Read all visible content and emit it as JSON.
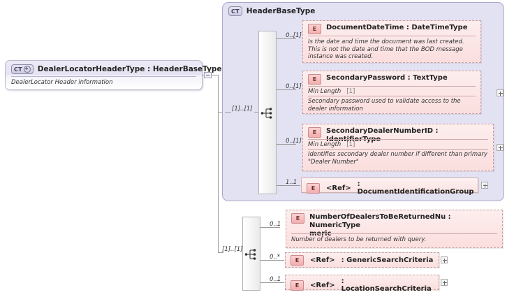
{
  "diagram": {
    "kind": "xsd-schema-diagram",
    "colors": {
      "container_bg": "#e3e2f3",
      "element_bg": "#fbdede",
      "element_border": "#c4a0a0",
      "root_border": "#b9b9cf",
      "line": "#999999"
    }
  },
  "root": {
    "badge": "CT",
    "badge_icon": "ct-plus-icon",
    "name": "DealerLocatorHeaderType : HeaderBaseType",
    "documentation": "DealerLocator Header information"
  },
  "container": {
    "badge": "CT",
    "name": "HeaderBaseType",
    "compositor": "sequence",
    "compositor_icon": "sequence-icon",
    "cardinality": "[1]..[1]",
    "children": [
      {
        "badge": "E",
        "name": "DocumentDateTime : DateTimeType",
        "cardinality": "0..[1]",
        "documentation": "Is the date and time the document was last created. This is not the date and time that the BOD message instance was created.",
        "facet": null,
        "facet_value": null,
        "expandable": false
      },
      {
        "badge": "E",
        "name": "SecondaryPassword : TextType",
        "cardinality": "0..[1]",
        "documentation": "Secondary password used to validate access to the dealer information",
        "facet": "Min Length",
        "facet_value": "[1]",
        "expandable": true
      },
      {
        "badge": "E",
        "name": "SecondaryDealerNumberID : IdentifierType",
        "cardinality": "0..[1]",
        "documentation": "Identifies secondary dealer number if different than primary \"Dealer Number\"",
        "facet": "Min Length",
        "facet_value": "[1]",
        "expandable": true
      },
      {
        "badge": "E",
        "name": "<Ref>",
        "ref_type": ": DocumentIdentificationGroup",
        "cardinality": "1..1",
        "documentation": null,
        "facet": null,
        "facet_value": null,
        "expandable": true
      }
    ]
  },
  "local_group": {
    "compositor": "sequence",
    "compositor_icon": "sequence-icon",
    "cardinality": "[1]..[1]",
    "children": [
      {
        "badge": "E",
        "name": "NumberOfDealersToBeReturnedNu : NumericType",
        "name_wrap": "meric",
        "cardinality": "0..1",
        "documentation": "Number of dealers to be returned with query.",
        "expandable": false
      },
      {
        "badge": "E",
        "name": "<Ref>",
        "ref_type": ": GenericSearchCriteria",
        "cardinality": "0..*",
        "documentation": null,
        "expandable": true
      },
      {
        "badge": "E",
        "name": "<Ref>",
        "ref_type": ": LocationSearchCriteria",
        "cardinality": "0..1",
        "documentation": null,
        "expandable": true
      }
    ]
  }
}
